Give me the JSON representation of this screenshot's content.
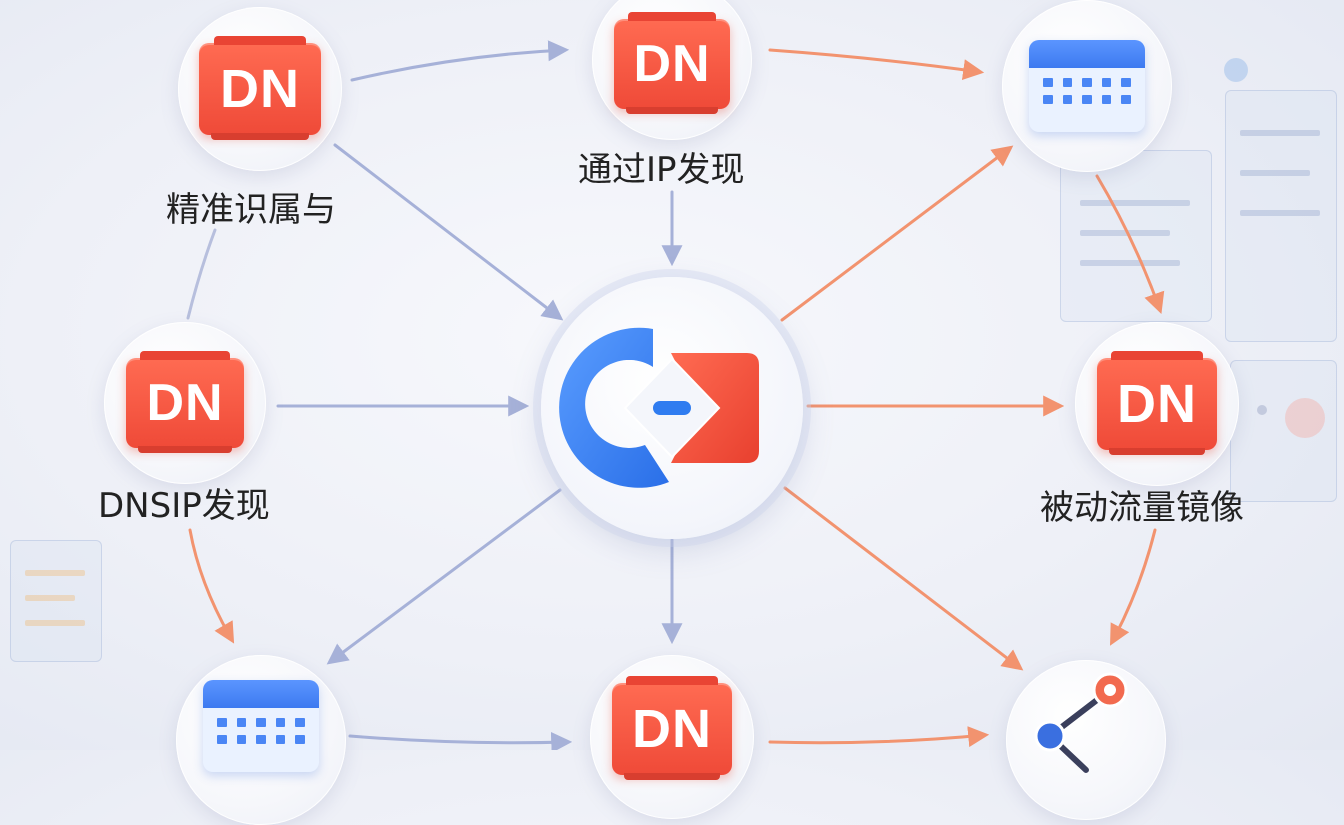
{
  "nodes": {
    "top_left": {
      "icon_text": "DN",
      "label": "精准识属与"
    },
    "top_center": {
      "icon_text": "DN",
      "label": "通过IP发现"
    },
    "top_right": {
      "icon": "calendar-icon"
    },
    "mid_left": {
      "icon_text": "DN",
      "label": "DNSIP发现"
    },
    "center": {
      "icon": "hub-logo-icon"
    },
    "mid_right": {
      "icon_text": "DN",
      "label": "被动流量镜像"
    },
    "bottom_left": {
      "icon": "calendar-icon"
    },
    "bottom_center": {
      "icon_text": "DN"
    },
    "bottom_right": {
      "icon": "share-icon"
    }
  },
  "colors": {
    "orange_arrow": "#f2936f",
    "blue_arrow": "#a6b1d8",
    "dn_red": "#ef4a38",
    "calendar_blue": "#3d7af0",
    "logo_blue": "#2f7cf0",
    "logo_red": "#f2503e"
  }
}
